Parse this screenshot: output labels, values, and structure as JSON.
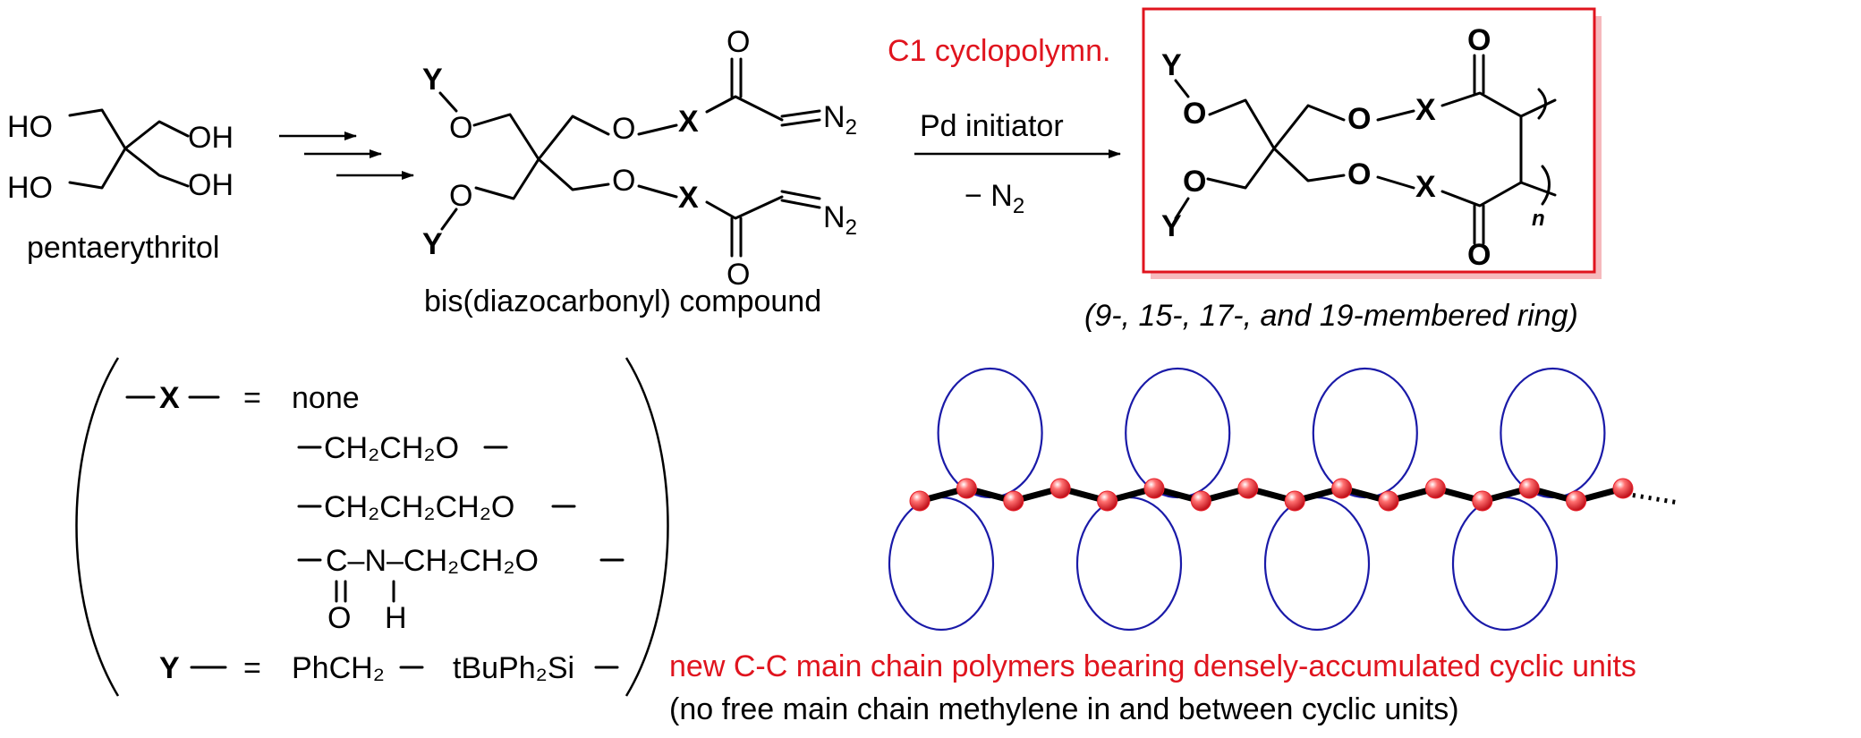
{
  "start": {
    "ho_top": "HO",
    "oh_top": "OH",
    "ho_bottom": "HO",
    "oh_bottom": "OH",
    "name": "pentaerythritol"
  },
  "intermediate": {
    "y_top": "Y",
    "y_bottom": "Y",
    "o": "O",
    "x": "X",
    "n2": "N",
    "n2_sub": "2",
    "name": "bis(diazocarbonyl) compound"
  },
  "reaction": {
    "method": "C1 cyclopolymn.",
    "reagent": "Pd initiator",
    "byproduct": "− N",
    "byproduct_sub": "2"
  },
  "product": {
    "y": "Y",
    "o": "O",
    "x": "X",
    "n": "n",
    "ring_sizes": "9-, 15-, 17-, and 19-membered ring"
  },
  "legend": {
    "x_label": "X",
    "y_label": "Y",
    "equals": "=",
    "x_options": [
      "none",
      "CH₂CH₂O",
      "CH₂CH₂CH₂O",
      "C–N–CH₂CH₂O"
    ],
    "amide_o": "O",
    "amide_h": "H",
    "y_options": [
      "PhCH₂",
      "tBuPh₂Si"
    ]
  },
  "summary": {
    "headline": "new C-C main chain polymers bearing densely-accumulated cyclic units",
    "note": "(no free main chain methylene in and between cyclic units)"
  },
  "colors": {
    "accent_red": "#e0141e",
    "ring_blue": "#1a1aa8",
    "bead_red": "#e8202a"
  },
  "polymer_cartoon": {
    "beads": 16,
    "rings_above": 4,
    "rings_below": 4
  }
}
